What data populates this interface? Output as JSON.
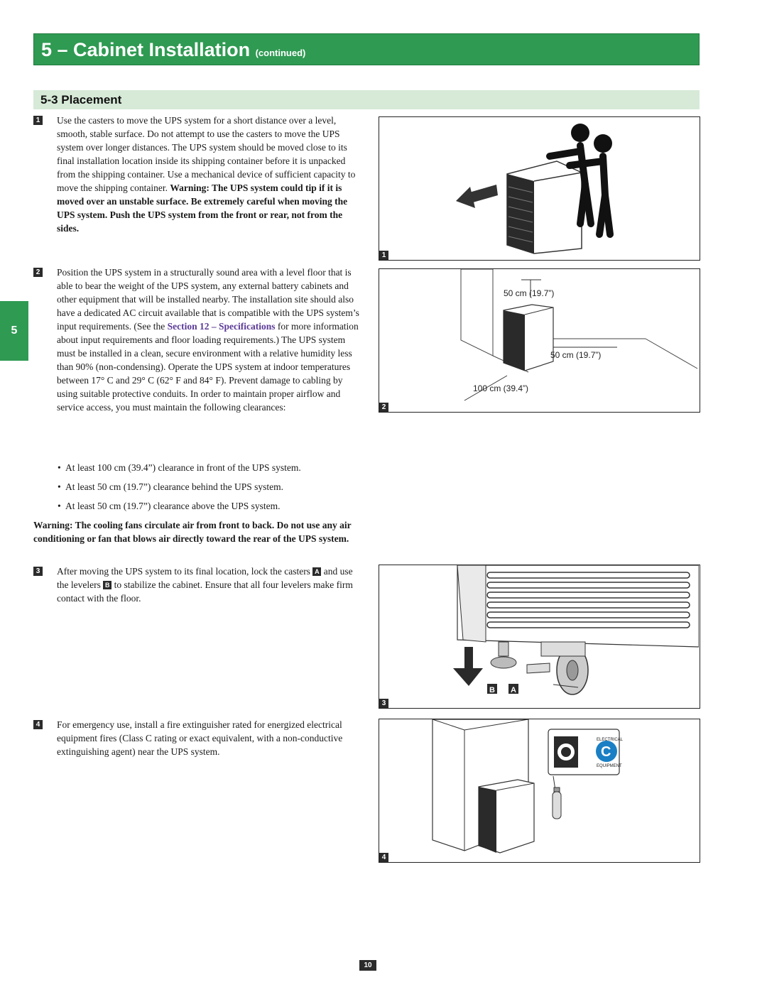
{
  "header": {
    "title": "5 – Cabinet Installation",
    "continued": "(continued)"
  },
  "section": {
    "title": "5-3 Placement"
  },
  "side_tab": "5",
  "steps": {
    "s1": {
      "num": "1",
      "text": "Use the casters to move the UPS system for a short distance over a level, smooth, stable surface. Do not attempt to use the casters to move the UPS system over longer distances. The UPS system should be moved close to its final installation location inside its shipping container before it is unpacked from the shipping container. Use a mechanical device of sufficient capacity to move the shipping container. ",
      "warning": "Warning: The UPS system could tip if it is moved over an unstable surface. Be extremely careful when moving the UPS system. Push the UPS system from the front or rear, not from the sides."
    },
    "s2": {
      "num": "2",
      "text_a": "Position the UPS system in a structurally sound area with a level floor that is able to bear the weight of the UPS system, any external battery cabinets and other equipment that will be installed nearby. The installation site should also have a dedicated AC circuit available that is compatible with the UPS system’s input requirements. (See the ",
      "link": "Section 12 – Specifications",
      "text_b": " for more information about input requirements and floor loading requirements.) The UPS system must be installed in a clean, secure environment with a relative humidity less than 90% (non-condensing). Operate the UPS system at indoor temperatures between 17° C and 29° C (62° F and 84° F). Prevent damage to cabling by using suitable protective conduits. In order to maintain proper airflow and service access, you must maintain the following clearances:"
    },
    "bullets": [
      "At least 100 cm (39.4”) clearance in front of the UPS system.",
      "At least 50 cm (19.7”) clearance behind the UPS system.",
      "At least 50 cm (19.7”) clearance above the UPS system."
    ],
    "warning2": "Warning: The cooling fans circulate air from front to back. Do not use any air conditioning or fan that blows air directly toward the rear of the UPS system.",
    "s3": {
      "num": "3",
      "t1": "After moving the UPS system to its final location, lock the casters ",
      "a": "A",
      "t2": " and use the levelers ",
      "b": "B",
      "t3": " to stabilize the cabinet. Ensure that all four levelers make firm contact with the floor."
    },
    "s4": {
      "num": "4",
      "text": "For emergency use, install a fire extinguisher rated for energized electrical equipment fires (Class C rating or exact equivalent, with a non-conductive extinguishing agent) near the UPS system."
    }
  },
  "figures": {
    "f1": {
      "num": "1"
    },
    "f2": {
      "num": "2",
      "top_label": "50 cm (19.7”)",
      "back_label": "50 cm (19.7”)",
      "front_label": "100 cm (39.4”)"
    },
    "f3": {
      "num": "3",
      "label_b": "B",
      "label_a": "A"
    },
    "f4": {
      "num": "4",
      "sign_top": "ELECTRICAL",
      "sign_letter": "C",
      "sign_bottom": "EQUIPMENT"
    }
  },
  "page_number": "10",
  "colors": {
    "banner": "#2f9a52",
    "subhead": "#d6ead7",
    "link": "#5b3a97"
  }
}
